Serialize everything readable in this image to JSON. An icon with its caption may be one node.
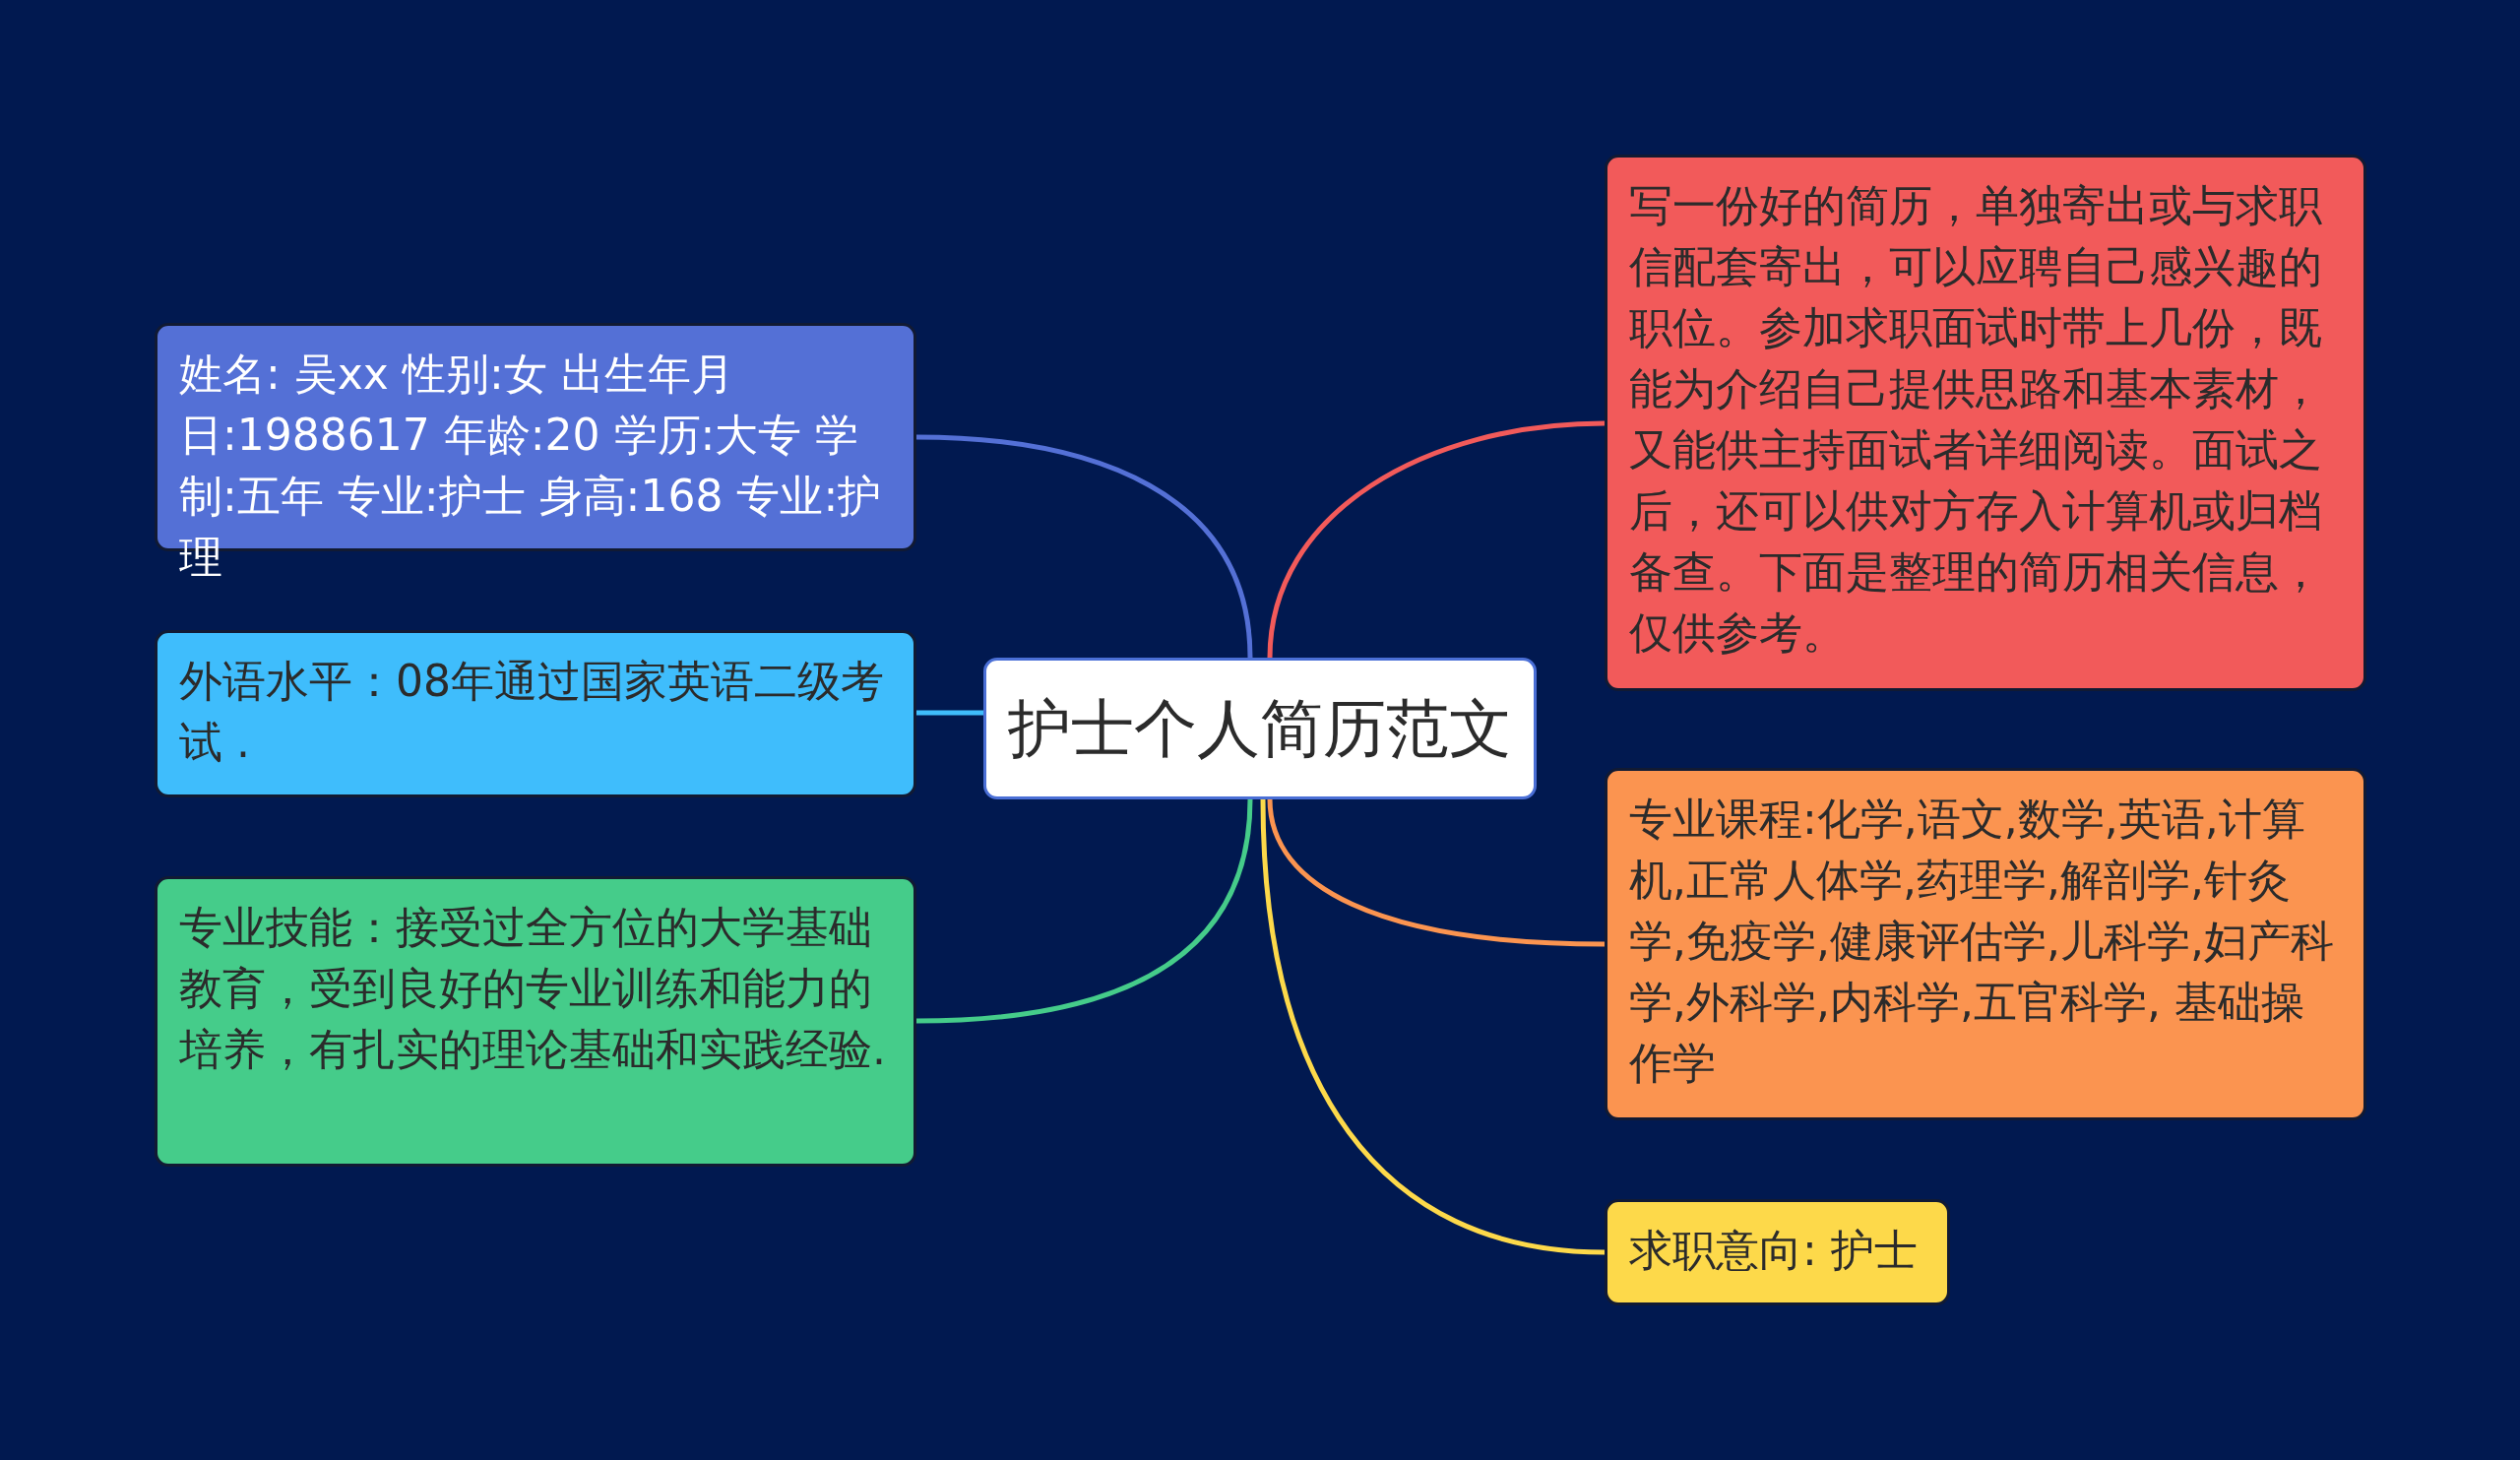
{
  "diagram": {
    "nodes": [
      {
        "text": [
          "护士个人简历范文"
        ]
      },
      {
        "text": [
          "姓名: 吴xx 性别:女 出生年月日:1988617 年龄:20 学历:大专 学制:五年 专业:护士 身高:168 专业:护理"
        ]
      },
      {
        "text": [
          "外语水平：08年通过国家英语二级考试 ."
        ]
      },
      {
        "text": [
          "专业技能：接受过全方位的大学基础教育，受到良好的专业训练和能力的培养，有扎实的理论基础和实践经验."
        ]
      },
      {
        "text": [
          "写一份好的简历，单独寄出或与求职信配套寄出，可以应聘自己感兴趣的职位。参加求职面试时带上几份，既能为介绍自己提供思路和基本素材，又能供主持面试者详细阅读。面试之后，还可以供对方存入计算机或归档备查。下面是整理的简历相关信息，仅供参考。"
        ]
      },
      {
        "text": [
          "专业课程:化学,语文,数学,英语,计算机,正常人体学,药理学,解剖学,针灸学,免疫学,健康评估学,儿科学,妇产科学,外科学,内科学,五官科学, 基础操作学"
        ]
      },
      {
        "text": [
          "求职意向: 护士"
        ]
      }
    ],
    "edges": [
      {
        "from": 0,
        "to": 1,
        "arrow": "none",
        "color": "#5470d6"
      },
      {
        "from": 0,
        "to": 2,
        "arrow": "none",
        "color": "#3fbdfc"
      },
      {
        "from": 0,
        "to": 3,
        "arrow": "none",
        "color": "#45cc8a"
      },
      {
        "from": 0,
        "to": 4,
        "arrow": "none",
        "color": "#f25a5a"
      },
      {
        "from": 0,
        "to": 5,
        "arrow": "none",
        "color": "#fb9450"
      },
      {
        "from": 0,
        "to": 6,
        "arrow": "none",
        "color": "#fdd94a"
      }
    ]
  }
}
